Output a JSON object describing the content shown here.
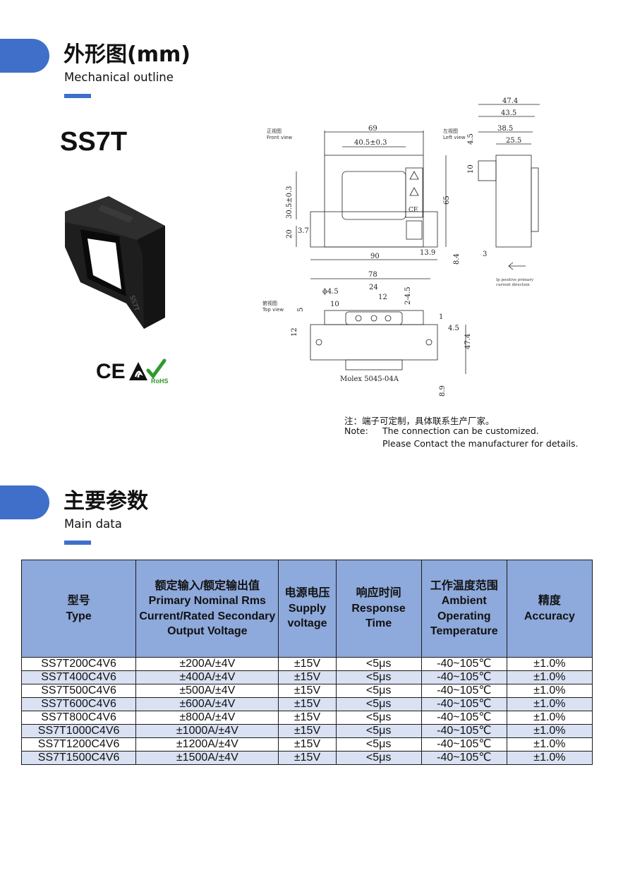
{
  "section1": {
    "title": "外形图(mm)",
    "subtitle": "Mechanical outline"
  },
  "model_name": "SS7T",
  "product_marking": "SS7T",
  "certifications": {
    "ce": "CE",
    "rohs": "RoHS"
  },
  "drawing": {
    "front_view_zh": "正视图",
    "front_view_en": "Front view",
    "left_view_zh": "左视图",
    "left_view_en": "Left view",
    "top_view_zh": "俯视图",
    "top_view_en": "Top view",
    "front_dims": {
      "width_top": "69",
      "window_width": "40.5±0.3",
      "window_height": "30.5±0.3",
      "height": "65",
      "foot_height": "20",
      "foot_offset": "3.7",
      "base_width": "90",
      "connector_offset": "13.9",
      "bottom_offset": "8.4"
    },
    "left_dims": {
      "d1": "47.4",
      "d2": "43.5",
      "d3": "38.5",
      "d4": "25.5",
      "d5": "4.5",
      "d6": "10",
      "d7": "3",
      "ip_note_line1": "Ip positive primary",
      "ip_note_line2": "current direction"
    },
    "top_dims": {
      "overall": "78",
      "hole_dia": "ϕ4.5",
      "pitch": "24",
      "pin_pitch": "12",
      "slot": "2-4.5",
      "d10": "10",
      "d5": "5",
      "d12": "12",
      "d1": "1",
      "d45": "4.5",
      "depth": "47.4",
      "d89": "8.9",
      "connector": "Molex 5045-04A"
    }
  },
  "note": {
    "zh": "注：端子可定制，具体联系生产厂家。",
    "lead": "Note:",
    "line1": "The connection can be customized.",
    "line2": "Please Contact the manufacturer for details."
  },
  "section2": {
    "title": "主要参数",
    "subtitle": "Main data"
  },
  "table": {
    "headers": [
      {
        "zh": "型号",
        "en": "Type"
      },
      {
        "zh": "额定输入/额定输出值",
        "en": "Primary Nominal Rms Current/Rated Secondary Output Voltage"
      },
      {
        "zh": "电源电压",
        "en": "Supply voltage"
      },
      {
        "zh": "响应时间",
        "en": "Response Time"
      },
      {
        "zh": "工作温度范围",
        "en": "Ambient Operating Temperature"
      },
      {
        "zh": "精度",
        "en": "Accuracy"
      }
    ],
    "rows": [
      [
        "SS7T200C4V6",
        "±200A/±4V",
        "±15V",
        "<5μs",
        "-40~105℃",
        "±1.0%"
      ],
      [
        "SS7T400C4V6",
        "±400A/±4V",
        "±15V",
        "<5μs",
        "-40~105℃",
        "±1.0%"
      ],
      [
        "SS7T500C4V6",
        "±500A/±4V",
        "±15V",
        "<5μs",
        "-40~105℃",
        "±1.0%"
      ],
      [
        "SS7T600C4V6",
        "±600A/±4V",
        "±15V",
        "<5μs",
        "-40~105℃",
        "±1.0%"
      ],
      [
        "SS7T800C4V6",
        "±800A/±4V",
        "±15V",
        "<5μs",
        "-40~105℃",
        "±1.0%"
      ],
      [
        "SS7T1000C4V6",
        "±1000A/±4V",
        "±15V",
        "<5μs",
        "-40~105℃",
        "±1.0%"
      ],
      [
        "SS7T1200C4V6",
        "±1200A/±4V",
        "±15V",
        "<5μs",
        "-40~105℃",
        "±1.0%"
      ],
      [
        "SS7T1500C4V6",
        "±1500A/±4V",
        "±15V",
        "<5μs",
        "-40~105℃",
        "±1.0%"
      ]
    ]
  }
}
